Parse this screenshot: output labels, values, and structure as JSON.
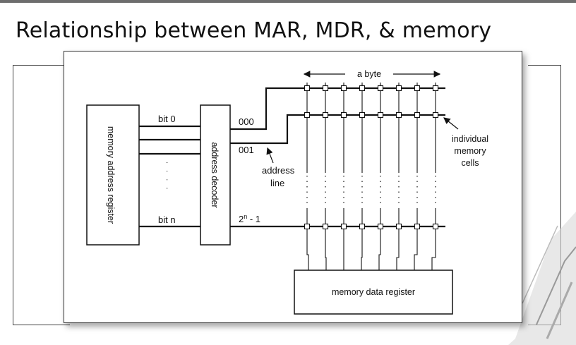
{
  "slide": {
    "title": "Relationship between MAR, MDR, & memory"
  },
  "diagram": {
    "mar_label": "memory address register",
    "decoder_label": "address decoder",
    "bit_first": "bit 0",
    "bit_last": "bit n",
    "addr_000": "000",
    "addr_001": "001",
    "addr_last_base": "2",
    "addr_last_exp": "n",
    "addr_last_suffix": " - 1",
    "address_line_1": "address",
    "address_line_2": "line",
    "byte_label": "a byte",
    "cells_1": "individual",
    "cells_2": "memory",
    "cells_3": "cells",
    "mdr_label": "memory data register",
    "vertical_dots": ". . . .",
    "colors": {
      "line": "#111111",
      "frame": "#333333"
    }
  }
}
